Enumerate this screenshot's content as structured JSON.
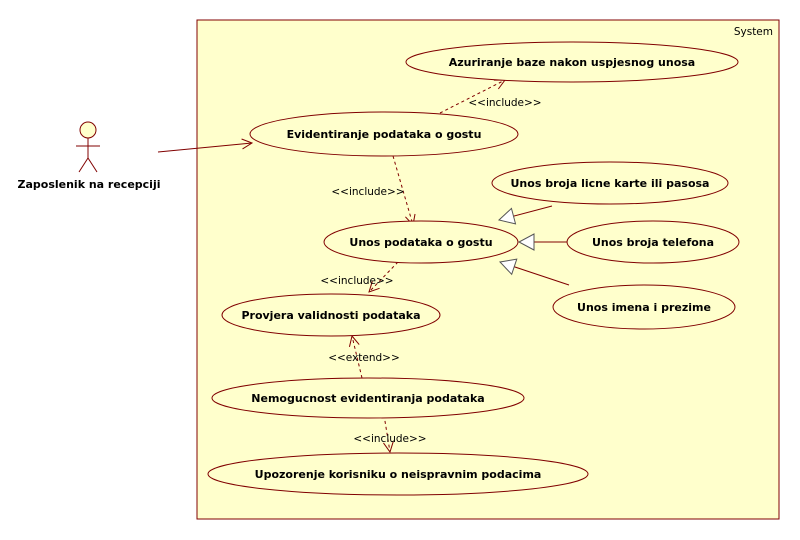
{
  "system": {
    "label": "System"
  },
  "colors": {
    "fill": "#ffffcc",
    "stroke": "#800000",
    "line": "#800000"
  },
  "actor": {
    "name": "Zaposlenik na recepciji"
  },
  "use_cases": {
    "azuriranje": "Azuriranje baze nakon uspjesnog unosa",
    "evidentiranje": "Evidentiranje podataka o gostu",
    "unos_licne": "Unos broja licne karte ili pasosa",
    "unos_podataka": "Unos podataka o gostu",
    "unos_telefona": "Unos broja telefona",
    "unos_imena": "Unos imena i prezime",
    "provjera": "Provjera validnosti podataka",
    "nemogucnost": "Nemogucnost evidentiranja podataka",
    "upozorenje": "Upozorenje korisniku o neispravnim podacima"
  },
  "relations": {
    "include_azuriranje": "<<include>>",
    "include_unos": "<<include>>",
    "include_provjera": "<<include>>",
    "extend_nemogucnost": "<<extend>>",
    "include_upozorenje": "<<include>>"
  }
}
